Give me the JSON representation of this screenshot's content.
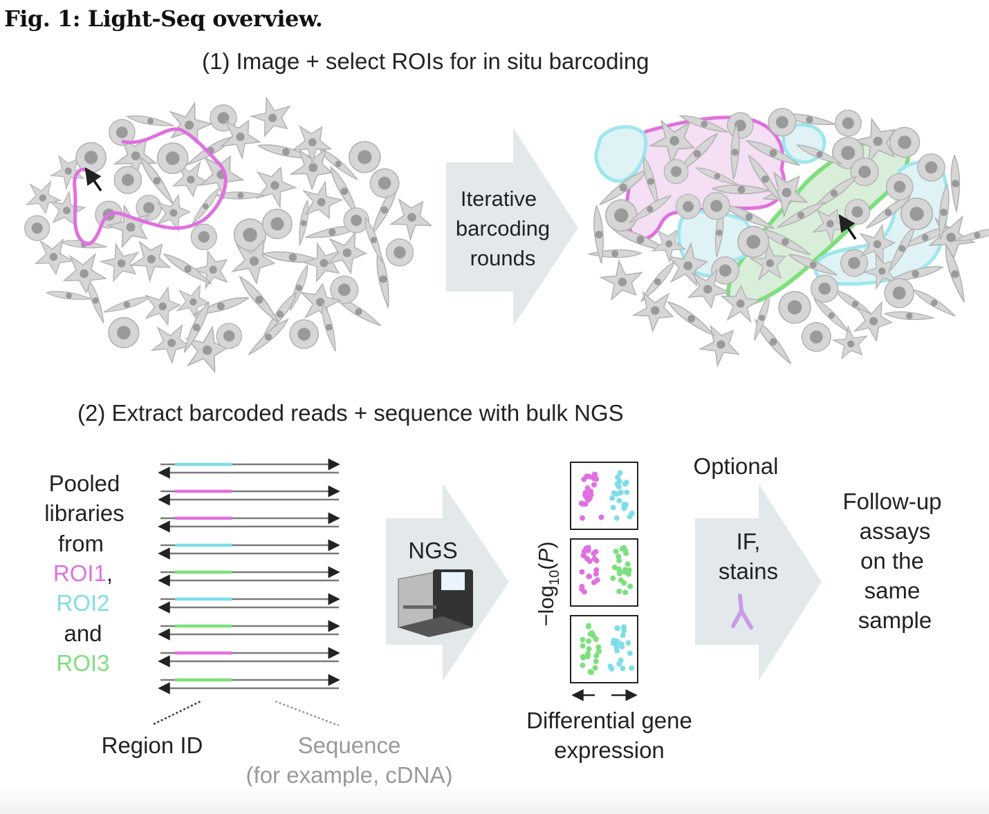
{
  "figure": {
    "title": "Fig. 1: Light-Seq overview."
  },
  "step1": {
    "heading": "(1) Image + select ROIs for in situ barcoding",
    "arrow_lines": [
      "Iterative",
      "barcoding",
      "rounds"
    ]
  },
  "step2": {
    "heading": "(2) Extract barcoded reads + sequence with bulk NGS",
    "pooled_lines": [
      "Pooled",
      "libraries",
      "from"
    ],
    "roi_labels": [
      {
        "text": "ROI1",
        "suffix": ",",
        "color": "#e070e0"
      },
      {
        "text": "ROI2",
        "suffix": "",
        "color": "#7fdde8"
      },
      {
        "text": "and",
        "suffix": "",
        "color": "#222222"
      },
      {
        "text": "ROI3",
        "suffix": "",
        "color": "#7ddf7d"
      }
    ],
    "read_colors": [
      "cyan",
      "magenta",
      "magenta",
      "cyan",
      "green",
      "cyan",
      "green",
      "magenta",
      "green"
    ],
    "region_id_label": "Region ID",
    "sequence_label": [
      "Sequence",
      "(for example, cDNA)"
    ],
    "ngs_label": "NGS",
    "volcano_axis_label": "−log10(P)",
    "volcano_panels": [
      [
        "magenta",
        "cyan"
      ],
      [
        "magenta",
        "green"
      ],
      [
        "green",
        "cyan"
      ]
    ],
    "dge_label": [
      "Differential gene",
      "expression"
    ],
    "optional_label": "Optional",
    "if_label": [
      "IF,",
      "stains"
    ],
    "followup_lines": [
      "Follow-up",
      "assays",
      "on the",
      "same",
      "sample"
    ]
  },
  "colors": {
    "roi1": "#e070e0",
    "roi2": "#7fdde8",
    "roi3": "#7ddf7d",
    "cell_fill": "#d6d6d6",
    "cell_stroke": "#b3b3b3",
    "arrow_fill": "#e3e9ea",
    "read_line": "#7a7a7a"
  }
}
